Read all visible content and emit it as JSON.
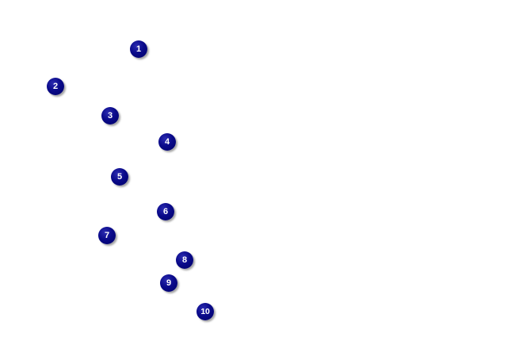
{
  "colors": {
    "background": "#ffffff",
    "marker_fill": "#000080",
    "marker_text": "#ffffff"
  },
  "markers": [
    {
      "label": "1"
    },
    {
      "label": "2"
    },
    {
      "label": "3"
    },
    {
      "label": "4"
    },
    {
      "label": "5"
    },
    {
      "label": "6"
    },
    {
      "label": "7"
    },
    {
      "label": "8"
    },
    {
      "label": "9"
    },
    {
      "label": "10"
    }
  ]
}
